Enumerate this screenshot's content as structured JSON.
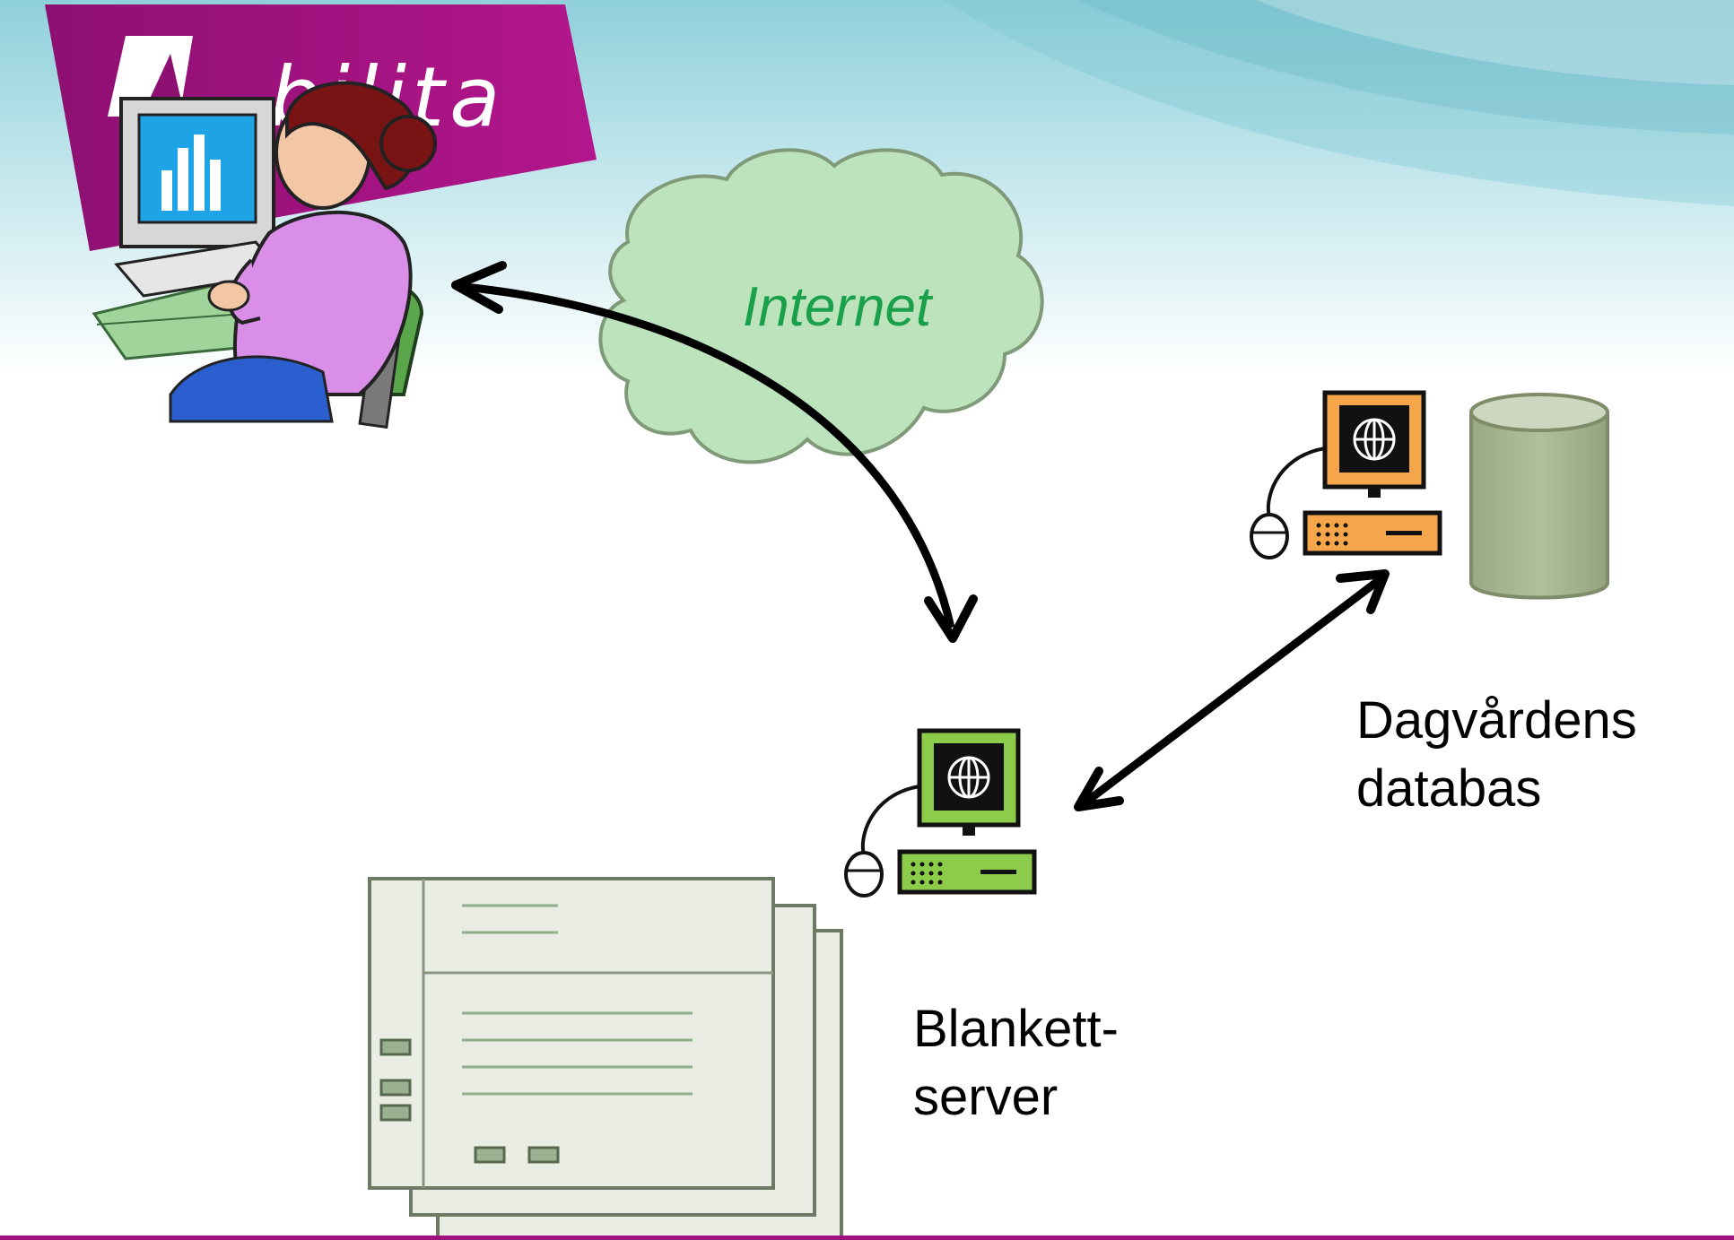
{
  "brand": {
    "text": "bilita"
  },
  "cloud": {
    "label": "Internet"
  },
  "database": {
    "line1": "Dagvårdens",
    "line2": "databas"
  },
  "form_server": {
    "line1": "Blankett-",
    "line2": "server"
  },
  "colors": {
    "brand_magenta": "#a0107e",
    "cloud_fill": "#bde3bd",
    "cloud_stroke": "#7f9a78",
    "server_green": "#8ccc4a",
    "db_computer_orange": "#f5a64a",
    "database_cylinder": "#a6b48f",
    "form_paper": "#eaede4",
    "bottom_rule": "#a0107e"
  },
  "icons": [
    "user-at-computer-icon",
    "web-server-icon",
    "web-server-icon",
    "database-cylinder-icon",
    "form-document-icon",
    "arrow-icon"
  ]
}
